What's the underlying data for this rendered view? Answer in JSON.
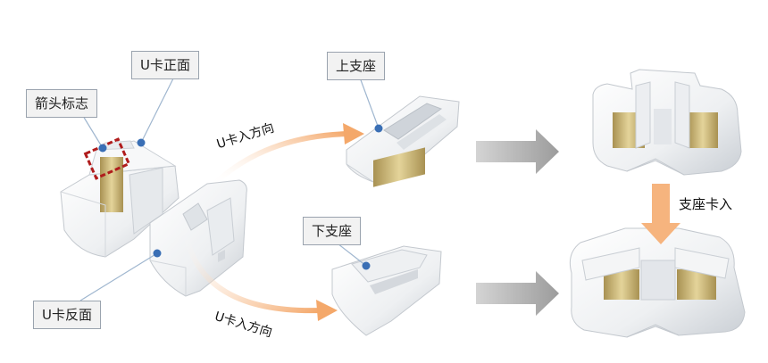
{
  "labels": {
    "u_front": "U卡正面",
    "arrow_mark": "箭头标志",
    "upper_seat": "上支座",
    "lower_seat": "下支座",
    "u_back": "U卡反面"
  },
  "arrows": {
    "upper_direction": "U卡入方向",
    "lower_direction": "U卡入方向",
    "seat_insert": "支座卡入"
  },
  "colors": {
    "label_bg": "#f2f2f2",
    "label_border": "#9aa3ae",
    "leader_line": "#9fb6cf",
    "dot": "#3a6fb5",
    "insert_arrow": "#f6b47e",
    "gray_arrow": "#a6a6a6",
    "highlight_box": "#b01c1c",
    "part_white": "#f4f5f6",
    "part_shadow": "#c9ced4",
    "brass": "#c8b170"
  }
}
